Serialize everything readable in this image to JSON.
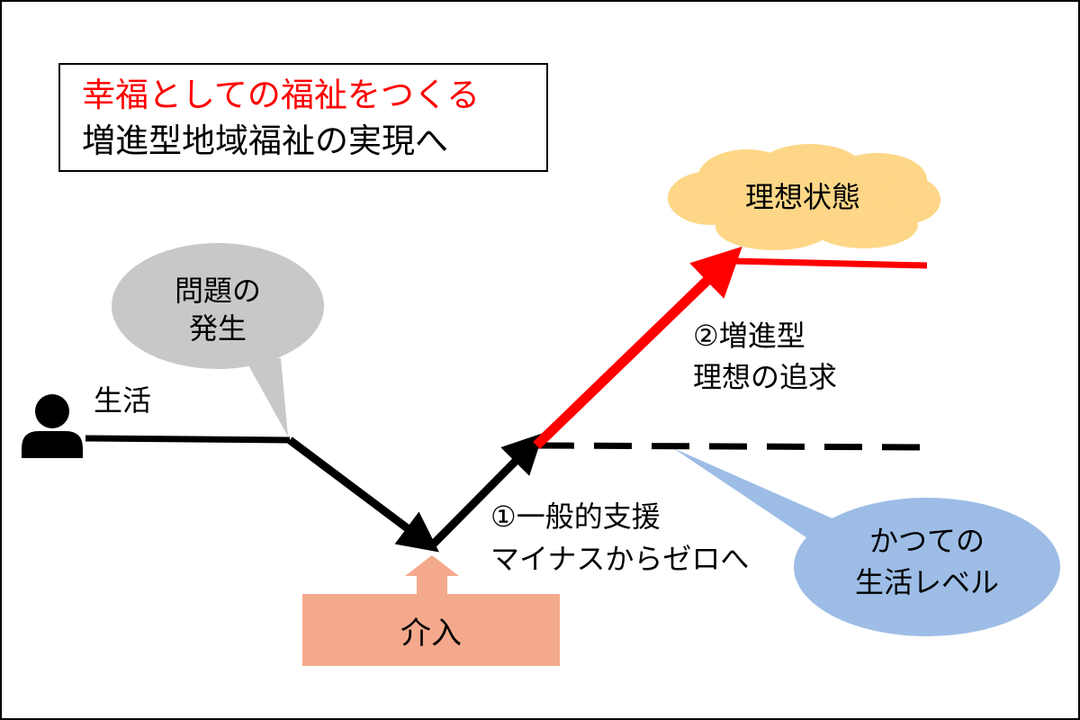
{
  "title": {
    "line1": "幸福としての福祉をつくる",
    "line2": "増進型地域福祉の実現へ"
  },
  "labels": {
    "life": "生活",
    "problem": [
      "問題の",
      "発生"
    ],
    "ideal": "理想状態",
    "step2": [
      "②増進型",
      "理想の追求"
    ],
    "step1": [
      "①一般的支援",
      "マイナスからゼロへ"
    ],
    "former": [
      "かつての",
      "生活レベル"
    ],
    "intervention": "介入"
  },
  "icons": {
    "person": "person-icon"
  },
  "colors": {
    "title_red": "#ff0000",
    "path_black": "#000000",
    "path_red": "#ff0000",
    "problem_bubble": "#c8c8c8",
    "ideal_cloud": "#fdd787",
    "former_bubble": "#9dbde6",
    "intervention_box": "#f4a98c"
  }
}
